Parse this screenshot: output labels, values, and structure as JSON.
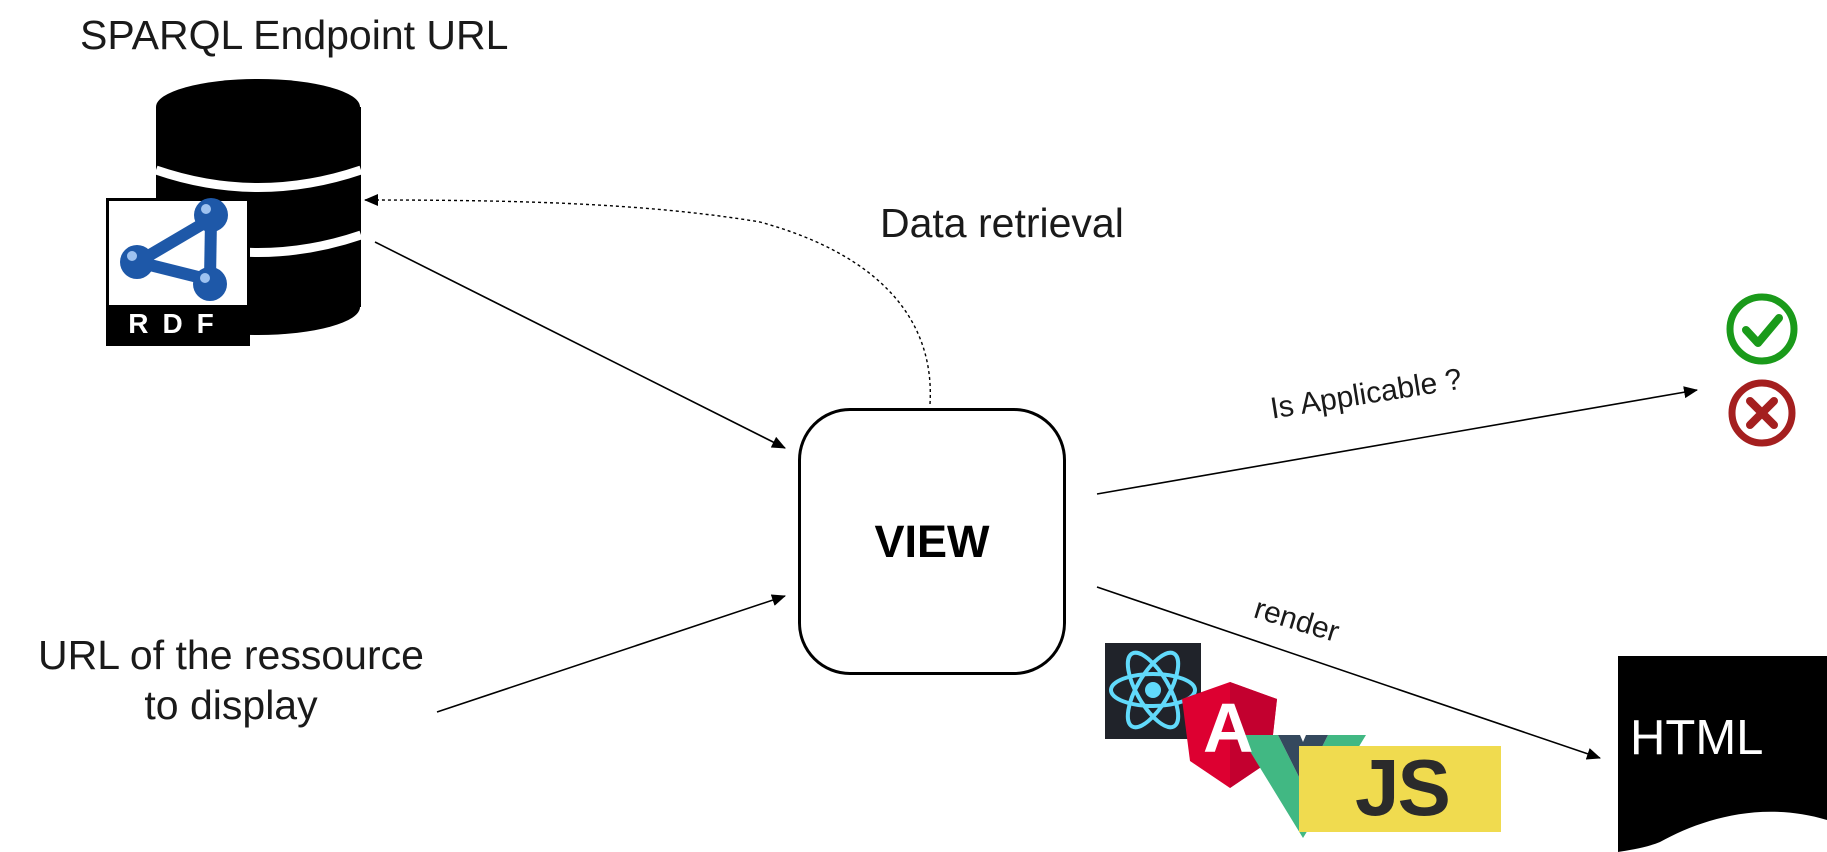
{
  "diagram": {
    "endpoint_title": "SPARQL Endpoint URL",
    "data_retrieval_label": "Data retrieval",
    "url_caption_line1": "URL of the ressource",
    "url_caption_line2": "to display",
    "view_label": "VIEW",
    "applicable_label": "Is Applicable ?",
    "render_label": "render",
    "html_output_label": "HTML",
    "rdf_logo_text": "RDF",
    "js_logo_text": "JS",
    "angular_logo_text": "A"
  },
  "icons": {
    "database": "database-icon",
    "rdf": "rdf-logo-icon",
    "check": "check-circle-icon",
    "cross": "cross-circle-icon",
    "react": "react-logo-icon",
    "angular": "angular-logo-icon",
    "vue": "vue-logo-icon",
    "js": "js-logo-icon",
    "html": "html-document-icon"
  },
  "colors": {
    "check_green": "#1a9a1a",
    "cross_red": "#a41f1f",
    "rdf_blue": "#1e58a8",
    "react_cyan": "#61dafb",
    "angular_red": "#dd0031",
    "vue_green": "#41b883",
    "vue_dark": "#35495e",
    "js_yellow": "#f0db4f"
  }
}
